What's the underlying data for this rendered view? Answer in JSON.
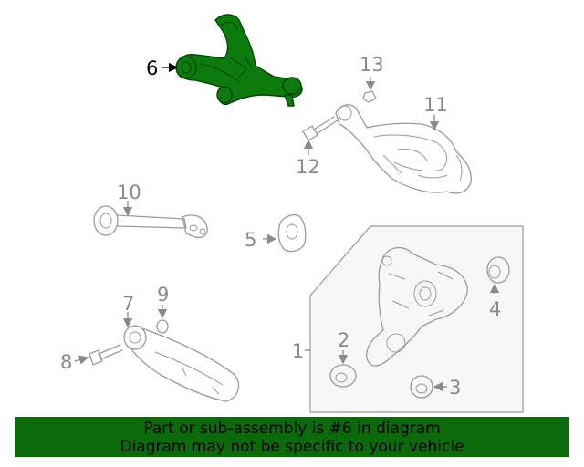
{
  "callouts": {
    "c1": "1",
    "c2": "2",
    "c3": "3",
    "c4": "4",
    "c5": "5",
    "c6": "6",
    "c7": "7",
    "c8": "8",
    "c9": "9",
    "c10": "10",
    "c11": "11",
    "c12": "12",
    "c13": "13"
  },
  "highlighted_part": "6",
  "colors": {
    "highlight": "#0d7a0d",
    "banner": "#0b6b0b",
    "line_art": "#9a9a9a"
  },
  "banner": {
    "line1": "Part or sub-assembly is #6 in diagram",
    "line2": "Diagram may not be specific to your vehicle"
  }
}
